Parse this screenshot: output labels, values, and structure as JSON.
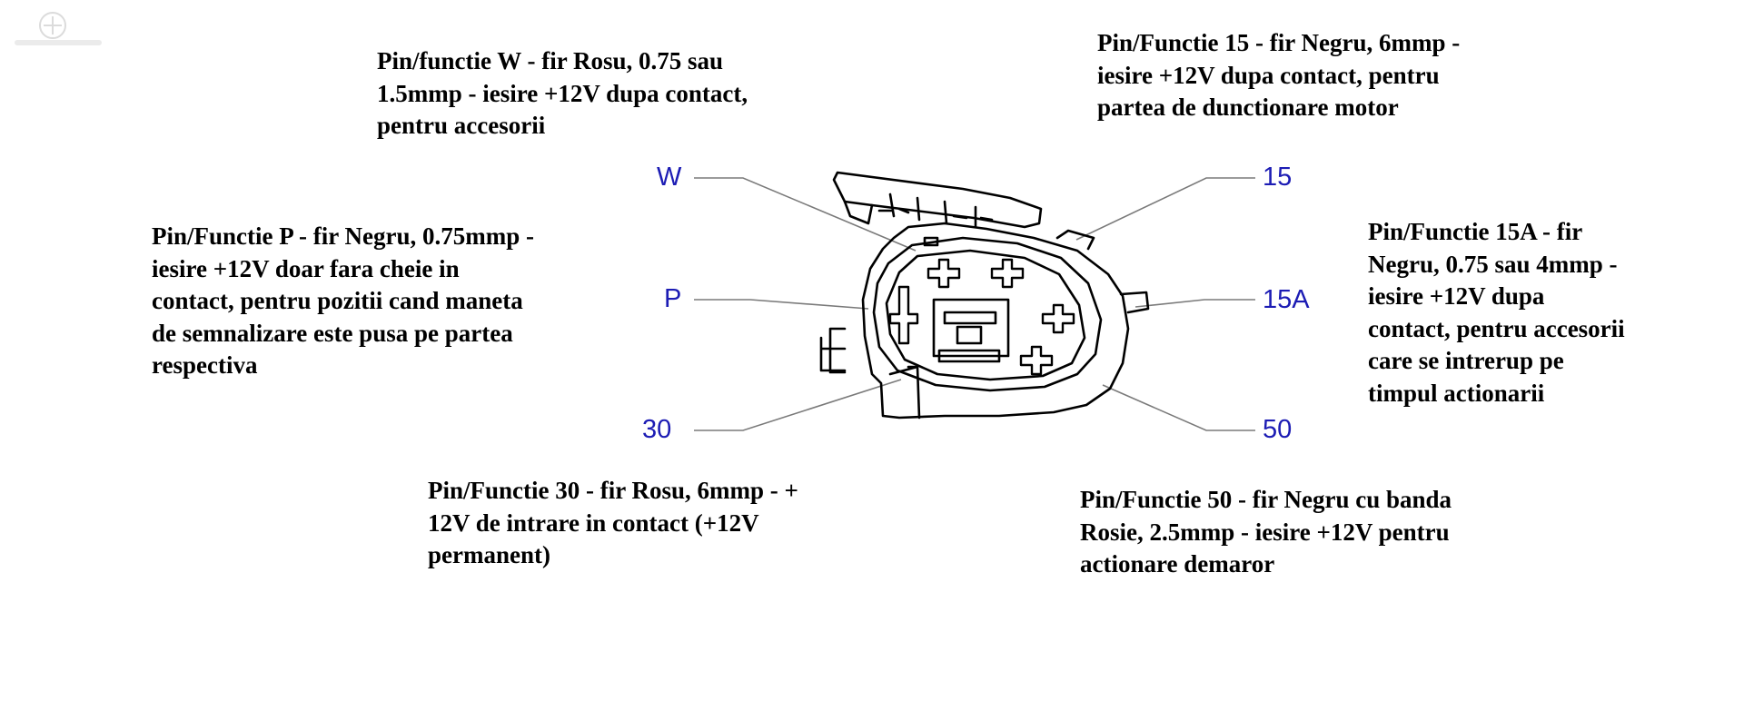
{
  "descriptions": {
    "w": "Pin/functie W - fir Rosu, 0.75 sau\n1.5mmp - iesire +12V dupa contact,\npentru accesorii",
    "p": "Pin/Functie P - fir Negru, 0.75mmp -\niesire +12V doar fara cheie in\ncontact, pentru pozitii cand maneta\nde semnalizare este pusa pe partea\nrespectiva",
    "thirty": "Pin/Functie 30 - fir Rosu, 6mmp - +\n12V de intrare in contact (+12V\npermanent)",
    "fifteen": "Pin/Functie 15 - fir Negru, 6mmp -\niesire +12V dupa contact, pentru\npartea de dunctionare motor",
    "fifteen_a": "Pin/Functie 15A - fir\nNegru, 0.75 sau 4mmp -\niesire +12V dupa\ncontact, pentru accesorii\ncare se intrerup pe\ntimpul actionarii",
    "fifty": "Pin/Functie 50 - fir Negru cu banda\nRosie, 2.5mmp - iesire +12V pentru\nactionare demaror"
  },
  "pins": {
    "w": "W",
    "p": "P",
    "thirty": "30",
    "fifteen": "15",
    "fifteen_a": "15A",
    "fifty": "50"
  },
  "colors": {
    "pin_label": "#1c1cb4",
    "description_text": "#000000",
    "leader_line": "#7a7a7a",
    "connector_outline": "#000000"
  },
  "icons": {
    "connector": "ignition-switch-connector-drawing",
    "watermark": "site-logo-watermark"
  }
}
